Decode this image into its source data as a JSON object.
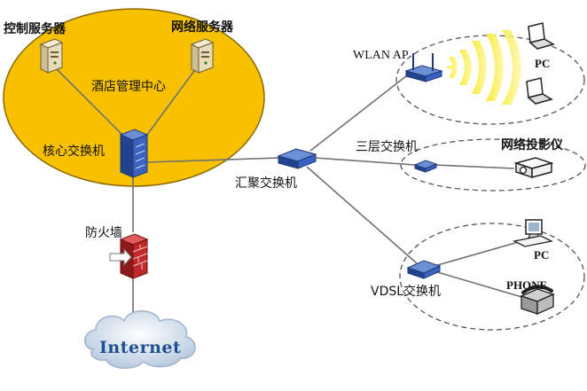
{
  "labels": {
    "control_server": "控制服务器",
    "network_server": "网络服务器",
    "hotel_center": "酒店管理中心",
    "core_switch": "核心交换机",
    "firewall": "防火墙",
    "internet": "Internet",
    "aggregation_switch": "汇聚交换机",
    "wlan_ap": "WLAN AP",
    "pc_wireless": "PC",
    "layer3_switch": "三层交换机",
    "network_projector": "网络投影仪",
    "vdsl_switch": "VDSL交换机",
    "pc_wired": "PC",
    "phone": "PHONE"
  },
  "colors": {
    "zone_fill": "#f8c100",
    "zone_stroke": "#8a6a00",
    "switch_blue": "#2f5fb3",
    "firewall_red": "#c0282a",
    "link_gray": "#707070"
  }
}
